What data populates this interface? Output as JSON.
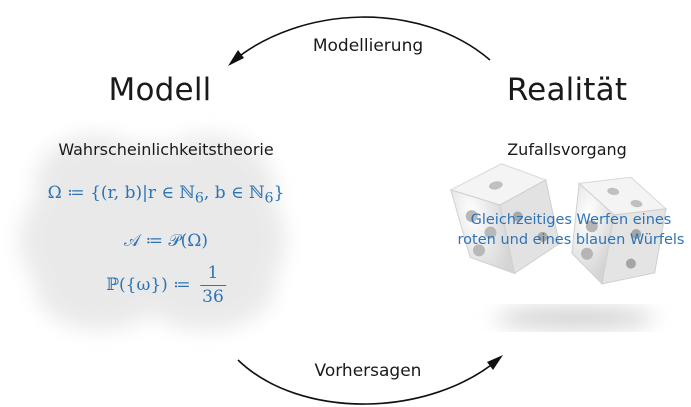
{
  "arrows": {
    "top_label": "Modellierung",
    "bottom_label": "Vorhersagen"
  },
  "model": {
    "title": "Modell",
    "subtitle": "Wahrscheinlichkeitstheorie",
    "formula_omega_lhs": "Ω ≔",
    "formula_omega_rhs_prefix": "{(r, b)|r ∈ ℕ",
    "formula_omega_sub1": "6",
    "formula_omega_mid": ", b ∈ ℕ",
    "formula_omega_sub2": "6",
    "formula_omega_end": "}",
    "formula_sigma": "𝒜 ≔ 𝒫(Ω)",
    "formula_prob_lhs": "ℙ({ω}) ≔",
    "formula_prob_num": "1",
    "formula_prob_den": "36"
  },
  "reality": {
    "title": "Realität",
    "subtitle": "Zufallsvorgang",
    "description_line1": "Gleichzeitiges Werfen eines",
    "description_line2": "roten und eines blauen Würfels"
  },
  "colors": {
    "accent_blue": "#2e74b5",
    "text": "#1a1a1a",
    "cloud": "#e6e6e6"
  },
  "icons": [
    "dice-icon",
    "cloud-background",
    "arrow-curve-top",
    "arrow-curve-bottom"
  ]
}
